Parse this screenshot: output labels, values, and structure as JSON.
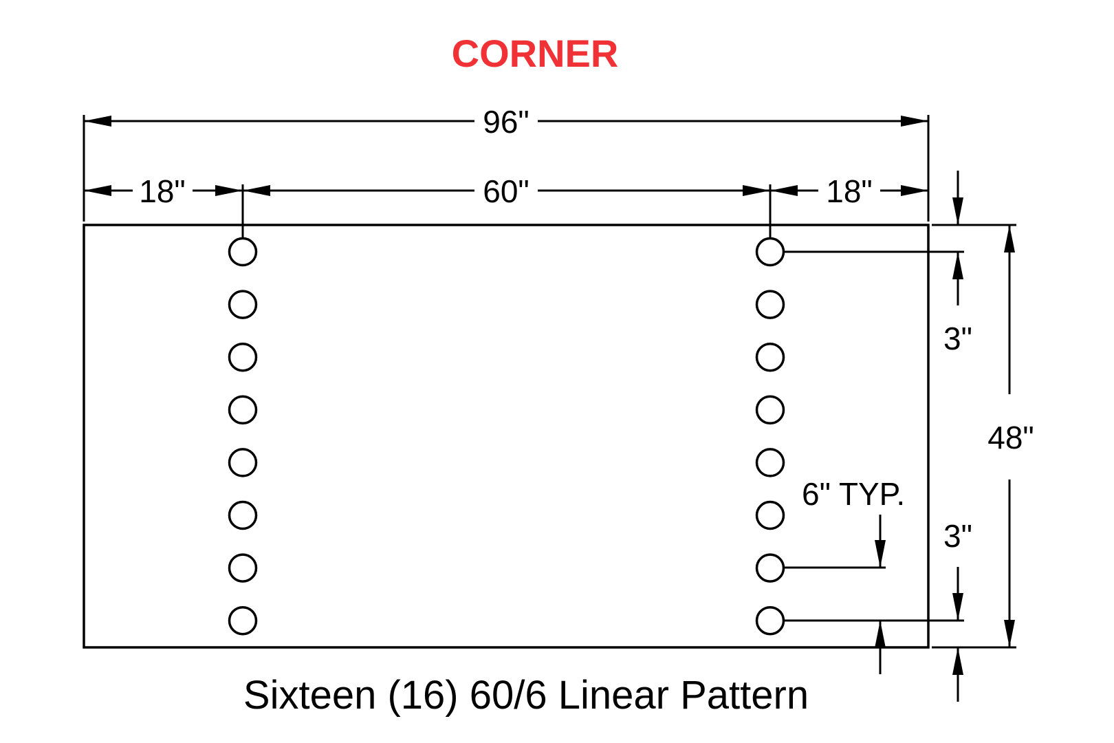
{
  "title": "CORNER",
  "title_color": "#f03236",
  "dimensions": {
    "overall_width": "96\"",
    "left_edge": "18\"",
    "center_span": "60\"",
    "right_edge": "18\"",
    "overall_height": "48\"",
    "top_offset": "3\"",
    "bottom_offset": "3\"",
    "spacing": "6\" TYP."
  },
  "caption": "Sixteen (16) 60/6 Linear Pattern",
  "holes": {
    "columns": 2,
    "rows": 8
  }
}
